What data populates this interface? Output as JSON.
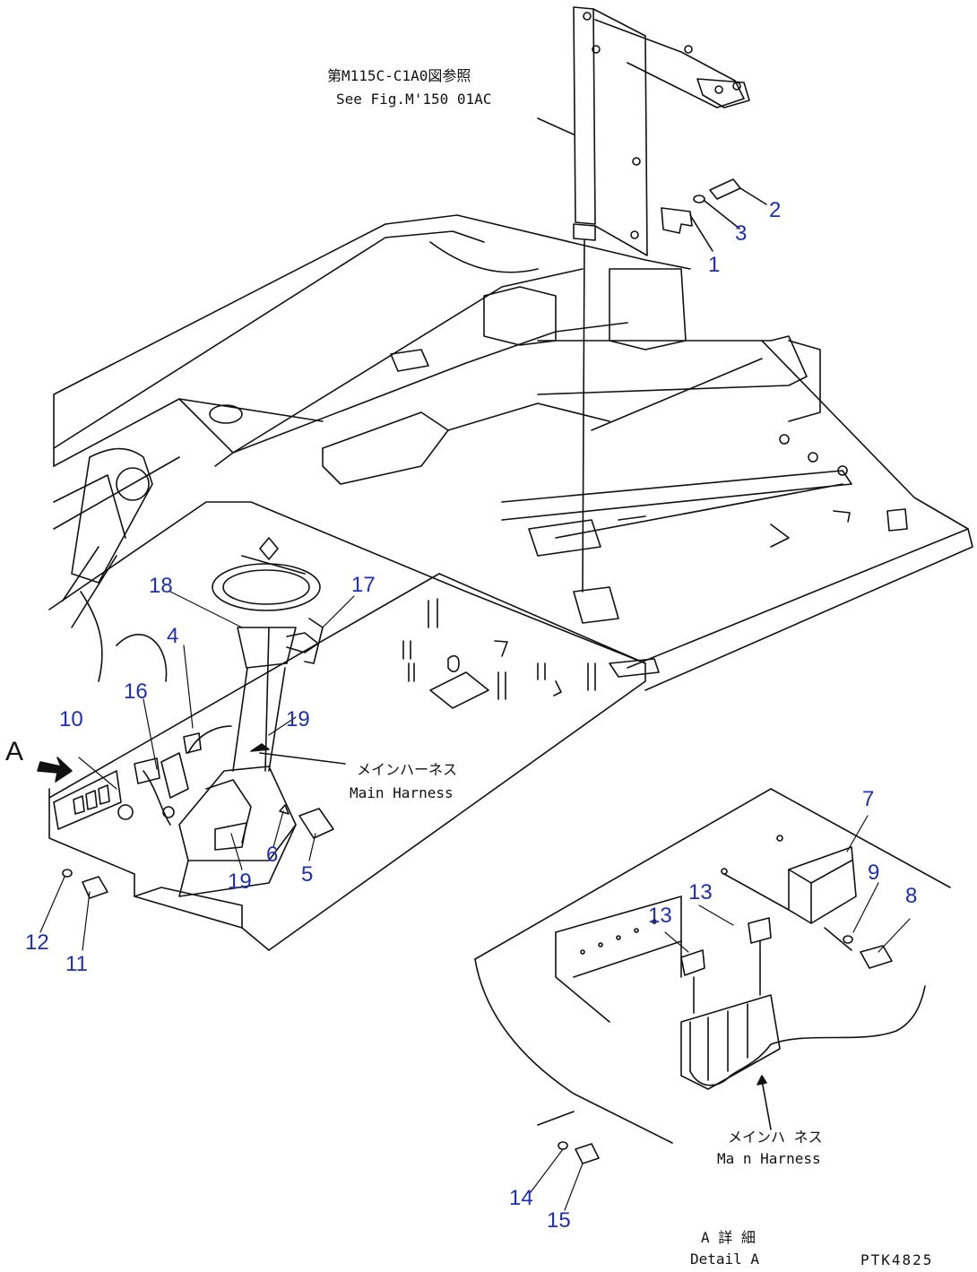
{
  "ref_frame": {
    "jp": "第M115C-C1A0図参照",
    "en": "See Fig.M'150 01AC"
  },
  "harness_1": {
    "jp": "メインハーネス",
    "en": "Main Harness"
  },
  "harness_2": {
    "jp": "メインハ ネス",
    "en": "Ma n Harness"
  },
  "detail": {
    "jp": "A 詳 細",
    "en": "Detail A",
    "view_letter": "A"
  },
  "drawing_code": "PTK4825",
  "callouts": [
    "1",
    "2",
    "3",
    "4",
    "5",
    "6",
    "7",
    "8",
    "9",
    "10",
    "11",
    "12",
    "13",
    "13",
    "14",
    "15",
    "16",
    "17",
    "18",
    "19",
    "19"
  ],
  "colors": {
    "callout": "#1f2fb5",
    "line": "#111111"
  }
}
